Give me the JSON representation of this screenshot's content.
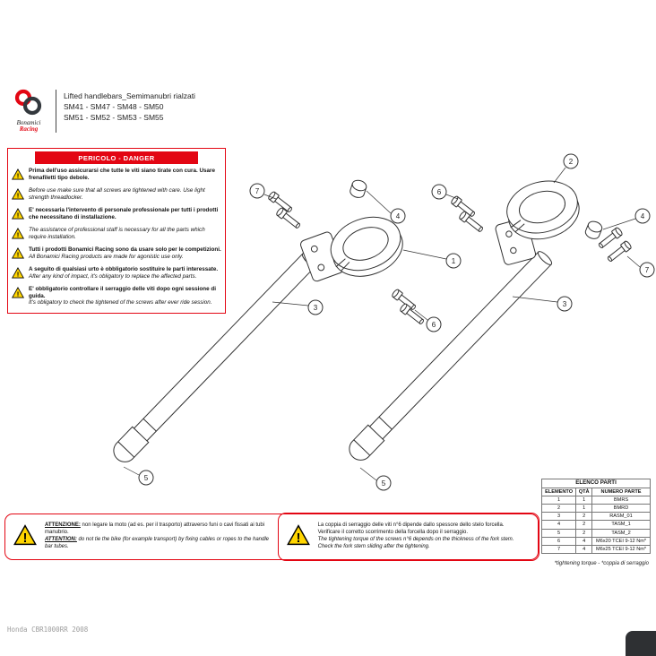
{
  "logo": {
    "brand_top": "Bonamici",
    "brand_bottom": "Racing"
  },
  "header": {
    "title": "Lifted handlebars_Semimanubri rialzati",
    "codes_line1": "SM41 - SM47 - SM48 - SM50",
    "codes_line2": "SM51 - SM52 - SM53 - SM55"
  },
  "danger": {
    "title": "PERICOLO - DANGER",
    "items": [
      {
        "it": "Prima dell'uso assicurarsi che tutte le viti siano tirate con cura. Usare frenafiletti tipo debole.",
        "en": ""
      },
      {
        "it": "",
        "en": "Before use make sure that all screws are tightened with care. Use light strength threadlocker."
      },
      {
        "it": "E' necessaria l'intervento di personale professionale per tutti i prodotti che necessitano di installazione.",
        "en": ""
      },
      {
        "it": "",
        "en": "The assistance of professional staff is necessary for all the parts which require installation."
      },
      {
        "it": "Tutti i prodotti Bonamici Racing sono da usare solo per le competizioni.",
        "en": "All Bonamici Racing products are made for agonistic use only."
      },
      {
        "it": "A seguito di qualsiasi urto è obbligatorio sostituire le parti interessate.",
        "en": "After any kind of impact, it's obligatory to replace the affected parts."
      },
      {
        "it": "E' obbligatorio controllare il serraggio delle viti dopo ogni sessione di guida.",
        "en": "It's obligatory to check the tightened of the screws after ever ride session."
      }
    ]
  },
  "diagram": {
    "callouts": [
      {
        "n": "7"
      },
      {
        "n": "4"
      },
      {
        "n": "1"
      },
      {
        "n": "3"
      },
      {
        "n": "5"
      },
      {
        "n": "6"
      },
      {
        "n": "2"
      },
      {
        "n": "6"
      },
      {
        "n": "4"
      },
      {
        "n": "7"
      },
      {
        "n": "3"
      },
      {
        "n": "5"
      }
    ]
  },
  "parts": {
    "title": "ELENCO PARTI",
    "headers": [
      "ELEMENTO",
      "QTÀ",
      "NUMERO PARTE"
    ],
    "rows": [
      {
        "el": "1",
        "qty": "1",
        "pn": "BMRS"
      },
      {
        "el": "2",
        "qty": "1",
        "pn": "BMRD"
      },
      {
        "el": "3",
        "qty": "2",
        "pn": "RASM_01"
      },
      {
        "el": "4",
        "qty": "2",
        "pn": "TASM_1"
      },
      {
        "el": "5",
        "qty": "2",
        "pn": "TASM_2"
      },
      {
        "el": "6",
        "qty": "4",
        "pn": "M6x20 TCEI 9-12 Nm*"
      },
      {
        "el": "7",
        "qty": "4",
        "pn": "M6x25 TCEI 9-12 Nm*"
      }
    ],
    "footnote": "*tightening torque - *coppia di serraggio"
  },
  "bottom_warnings": {
    "left": {
      "label_it": "ATTENZIONE:",
      "it": " non legare la moto (ad es. per il trasporto) attraverso funi o cavi fissati ai tubi manubrio.",
      "label_en": "ATTENTION:",
      "en": " do not tie the bike (for example transport) by fixing cables or ropes to the handle bar tubes."
    },
    "right": {
      "it1": "La coppia di serraggio delle viti n°6 dipende dallo spessore dello stelo forcella.",
      "it2": "Verificare il corretto scorrimento della forcella dopo il serraggio.",
      "en1": "The tightening torque of the screws n°6 depends on the thickness of the fork stem.",
      "en2": "Check the fork stem sliding after the tightening."
    }
  },
  "footer": {
    "watermark": "Honda CBR1000RR 2008"
  },
  "colors": {
    "accent_red": "#e30613",
    "warning_yellow": "#ffd500"
  }
}
